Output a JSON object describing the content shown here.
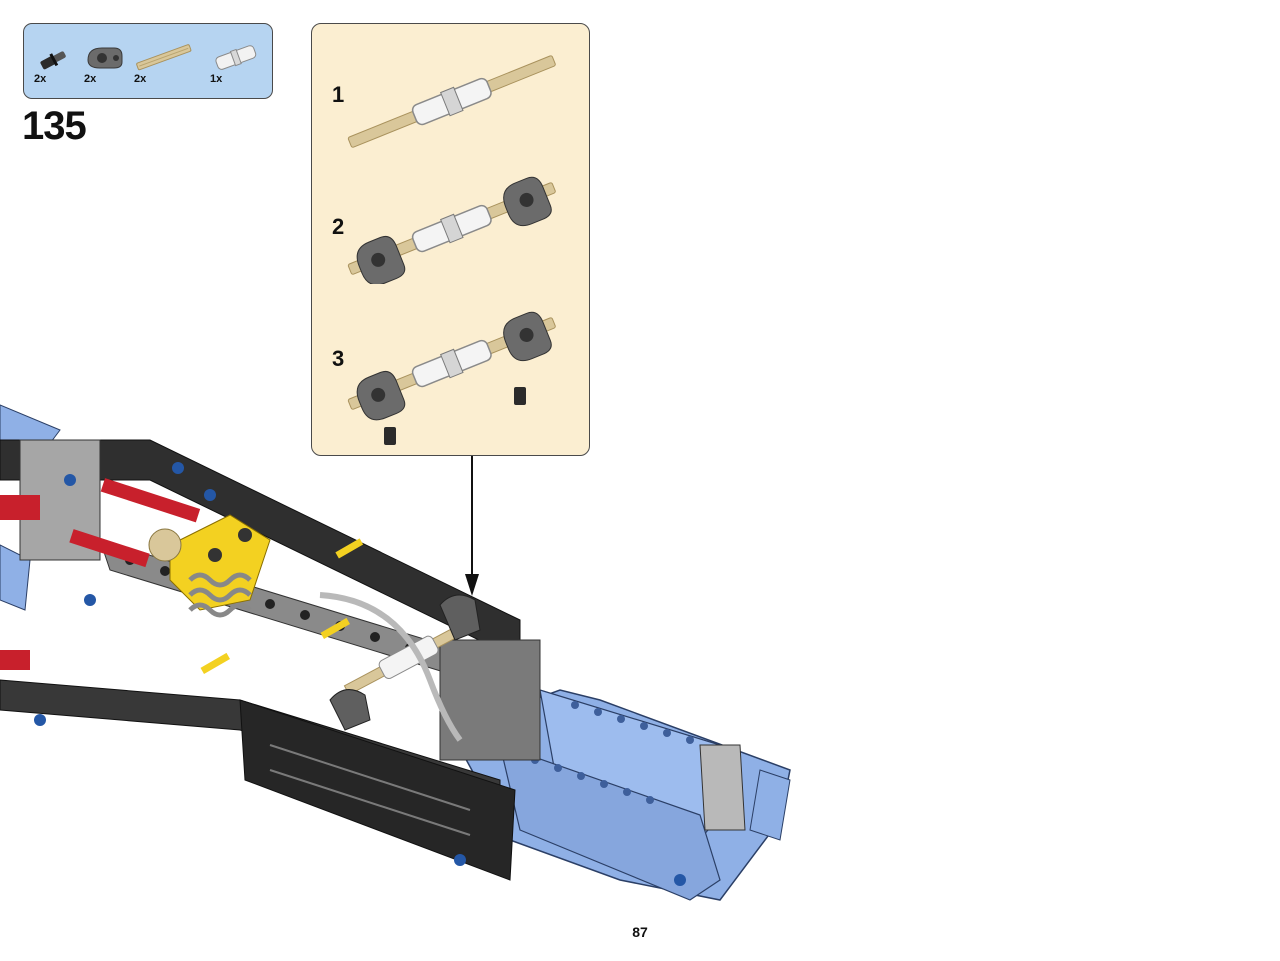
{
  "parts_list": [
    {
      "name": "axle-pin-black",
      "qty": "2x"
    },
    {
      "name": "angle-connector-dark-gray",
      "qty": "2x"
    },
    {
      "name": "axle-tan",
      "qty": "2x"
    },
    {
      "name": "axle-joiner-white",
      "qty": "1x"
    }
  ],
  "step": {
    "number": "135"
  },
  "sub_steps": [
    {
      "label": "1"
    },
    {
      "label": "2"
    },
    {
      "label": "3"
    }
  ],
  "page": {
    "number": "87"
  },
  "colors": {
    "parts_box_bg": "#b6d4f1",
    "callout_bg": "#fbeed1",
    "medium_blue": "#8fb0e6",
    "black": "#2b2b2b",
    "dark_gray": "#6b6b6b",
    "light_gray": "#b9b9b9",
    "tan": "#d9c79a",
    "red": "#c8202c",
    "yellow": "#f3d121"
  }
}
